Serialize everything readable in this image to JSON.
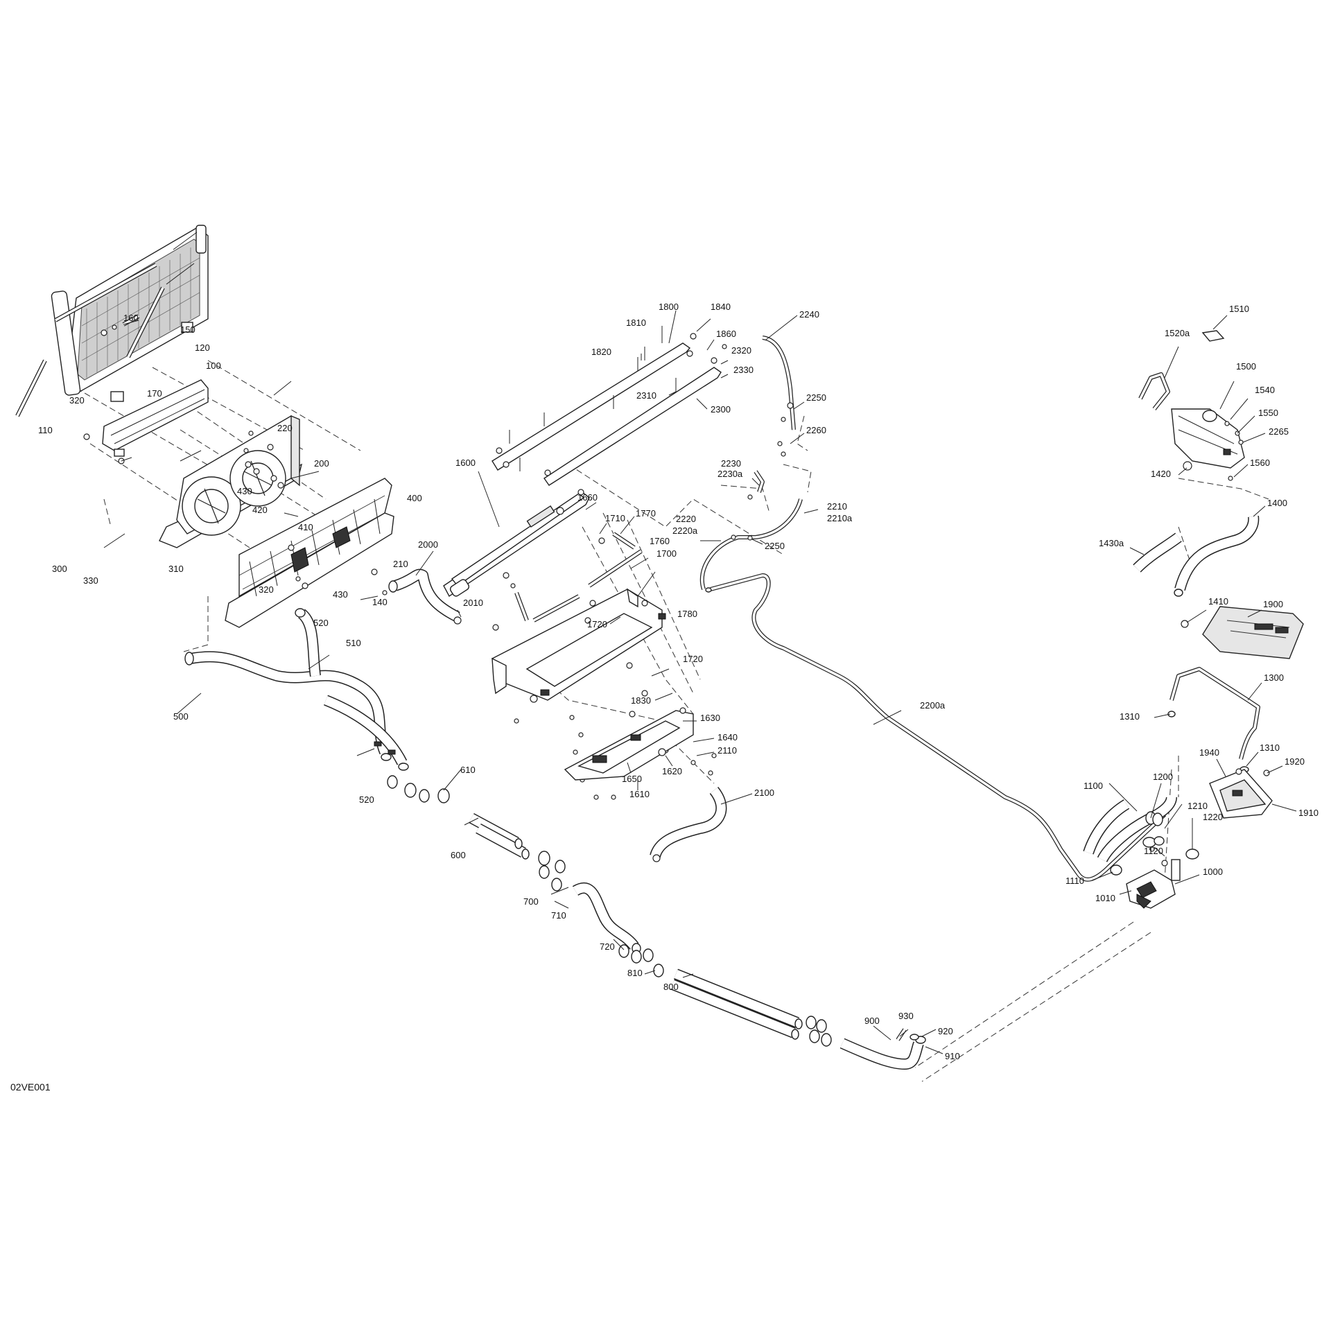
{
  "diagram": {
    "reference_code": "02VE001",
    "callouts": [
      {
        "id": "c160",
        "text": "160"
      },
      {
        "id": "c150",
        "text": "150"
      },
      {
        "id": "c120",
        "text": "120"
      },
      {
        "id": "c100",
        "text": "100"
      },
      {
        "id": "c320a",
        "text": "320"
      },
      {
        "id": "c170",
        "text": "170"
      },
      {
        "id": "c110",
        "text": "110"
      },
      {
        "id": "c220",
        "text": "220"
      },
      {
        "id": "c200",
        "text": "200"
      },
      {
        "id": "c430a",
        "text": "430"
      },
      {
        "id": "c420",
        "text": "420"
      },
      {
        "id": "c410",
        "text": "410"
      },
      {
        "id": "c400",
        "text": "400"
      },
      {
        "id": "c300",
        "text": "300"
      },
      {
        "id": "c310",
        "text": "310"
      },
      {
        "id": "c330",
        "text": "330"
      },
      {
        "id": "c320b",
        "text": "320"
      },
      {
        "id": "c430b",
        "text": "430"
      },
      {
        "id": "c140",
        "text": "140"
      },
      {
        "id": "c210",
        "text": "210"
      },
      {
        "id": "c520a",
        "text": "520"
      },
      {
        "id": "c510",
        "text": "510"
      },
      {
        "id": "c500",
        "text": "500"
      },
      {
        "id": "c520b",
        "text": "520"
      },
      {
        "id": "c610",
        "text": "610"
      },
      {
        "id": "c600",
        "text": "600"
      },
      {
        "id": "c700",
        "text": "700"
      },
      {
        "id": "c710",
        "text": "710"
      },
      {
        "id": "c720",
        "text": "720"
      },
      {
        "id": "c810",
        "text": "810"
      },
      {
        "id": "c800",
        "text": "800"
      },
      {
        "id": "c900",
        "text": "900"
      },
      {
        "id": "c930",
        "text": "930"
      },
      {
        "id": "c920",
        "text": "920"
      },
      {
        "id": "c910",
        "text": "910"
      },
      {
        "id": "c2000",
        "text": "2000"
      },
      {
        "id": "c2010",
        "text": "2010"
      },
      {
        "id": "c1600",
        "text": "1600"
      },
      {
        "id": "c1660",
        "text": "1660"
      },
      {
        "id": "c1710",
        "text": "1710"
      },
      {
        "id": "c1770",
        "text": "1770"
      },
      {
        "id": "c1760",
        "text": "1760"
      },
      {
        "id": "c1700",
        "text": "1700"
      },
      {
        "id": "c1720a",
        "text": "1720"
      },
      {
        "id": "c1780",
        "text": "1780"
      },
      {
        "id": "c1720b",
        "text": "1720"
      },
      {
        "id": "c1830",
        "text": "1830"
      },
      {
        "id": "c1630",
        "text": "1630"
      },
      {
        "id": "c1640",
        "text": "1640"
      },
      {
        "id": "c2110",
        "text": "2110"
      },
      {
        "id": "c1620",
        "text": "1620"
      },
      {
        "id": "c1650",
        "text": "1650"
      },
      {
        "id": "c1610",
        "text": "1610"
      },
      {
        "id": "c2100",
        "text": "2100"
      },
      {
        "id": "c1810",
        "text": "1810"
      },
      {
        "id": "c1800",
        "text": "1800"
      },
      {
        "id": "c1840",
        "text": "1840"
      },
      {
        "id": "c1820",
        "text": "1820"
      },
      {
        "id": "c1860",
        "text": "1860"
      },
      {
        "id": "c2320",
        "text": "2320"
      },
      {
        "id": "c2330",
        "text": "2330"
      },
      {
        "id": "c2310",
        "text": "2310"
      },
      {
        "id": "c2300",
        "text": "2300"
      },
      {
        "id": "c2240",
        "text": "2240"
      },
      {
        "id": "c2250a",
        "text": "2250"
      },
      {
        "id": "c2260",
        "text": "2260"
      },
      {
        "id": "c2230",
        "text": "2230"
      },
      {
        "id": "c2230a",
        "text": "2230a"
      },
      {
        "id": "c2210",
        "text": "2210"
      },
      {
        "id": "c2210a",
        "text": "2210a"
      },
      {
        "id": "c2220",
        "text": "2220"
      },
      {
        "id": "c2220a",
        "text": "2220a"
      },
      {
        "id": "c2250b",
        "text": "2250"
      },
      {
        "id": "c2200a",
        "text": "2200a"
      },
      {
        "id": "c1510",
        "text": "1510"
      },
      {
        "id": "c1520a",
        "text": "1520a"
      },
      {
        "id": "c1500",
        "text": "1500"
      },
      {
        "id": "c1540",
        "text": "1540"
      },
      {
        "id": "c1550",
        "text": "1550"
      },
      {
        "id": "c2265",
        "text": "2265"
      },
      {
        "id": "c1420",
        "text": "1420"
      },
      {
        "id": "c1560",
        "text": "1560"
      },
      {
        "id": "c1400",
        "text": "1400"
      },
      {
        "id": "c1430a",
        "text": "1430a"
      },
      {
        "id": "c1410",
        "text": "1410"
      },
      {
        "id": "c1900",
        "text": "1900"
      },
      {
        "id": "c1300",
        "text": "1300"
      },
      {
        "id": "c1310a",
        "text": "1310"
      },
      {
        "id": "c1310b",
        "text": "1310"
      },
      {
        "id": "c1940",
        "text": "1940"
      },
      {
        "id": "c1920",
        "text": "1920"
      },
      {
        "id": "c1910",
        "text": "1910"
      },
      {
        "id": "c1100",
        "text": "1100"
      },
      {
        "id": "c1200",
        "text": "1200"
      },
      {
        "id": "c1210",
        "text": "1210"
      },
      {
        "id": "c1220",
        "text": "1220"
      },
      {
        "id": "c1120",
        "text": "1120"
      },
      {
        "id": "c1110",
        "text": "1110"
      },
      {
        "id": "c1010",
        "text": "1010"
      },
      {
        "id": "c1000",
        "text": "1000"
      }
    ]
  }
}
